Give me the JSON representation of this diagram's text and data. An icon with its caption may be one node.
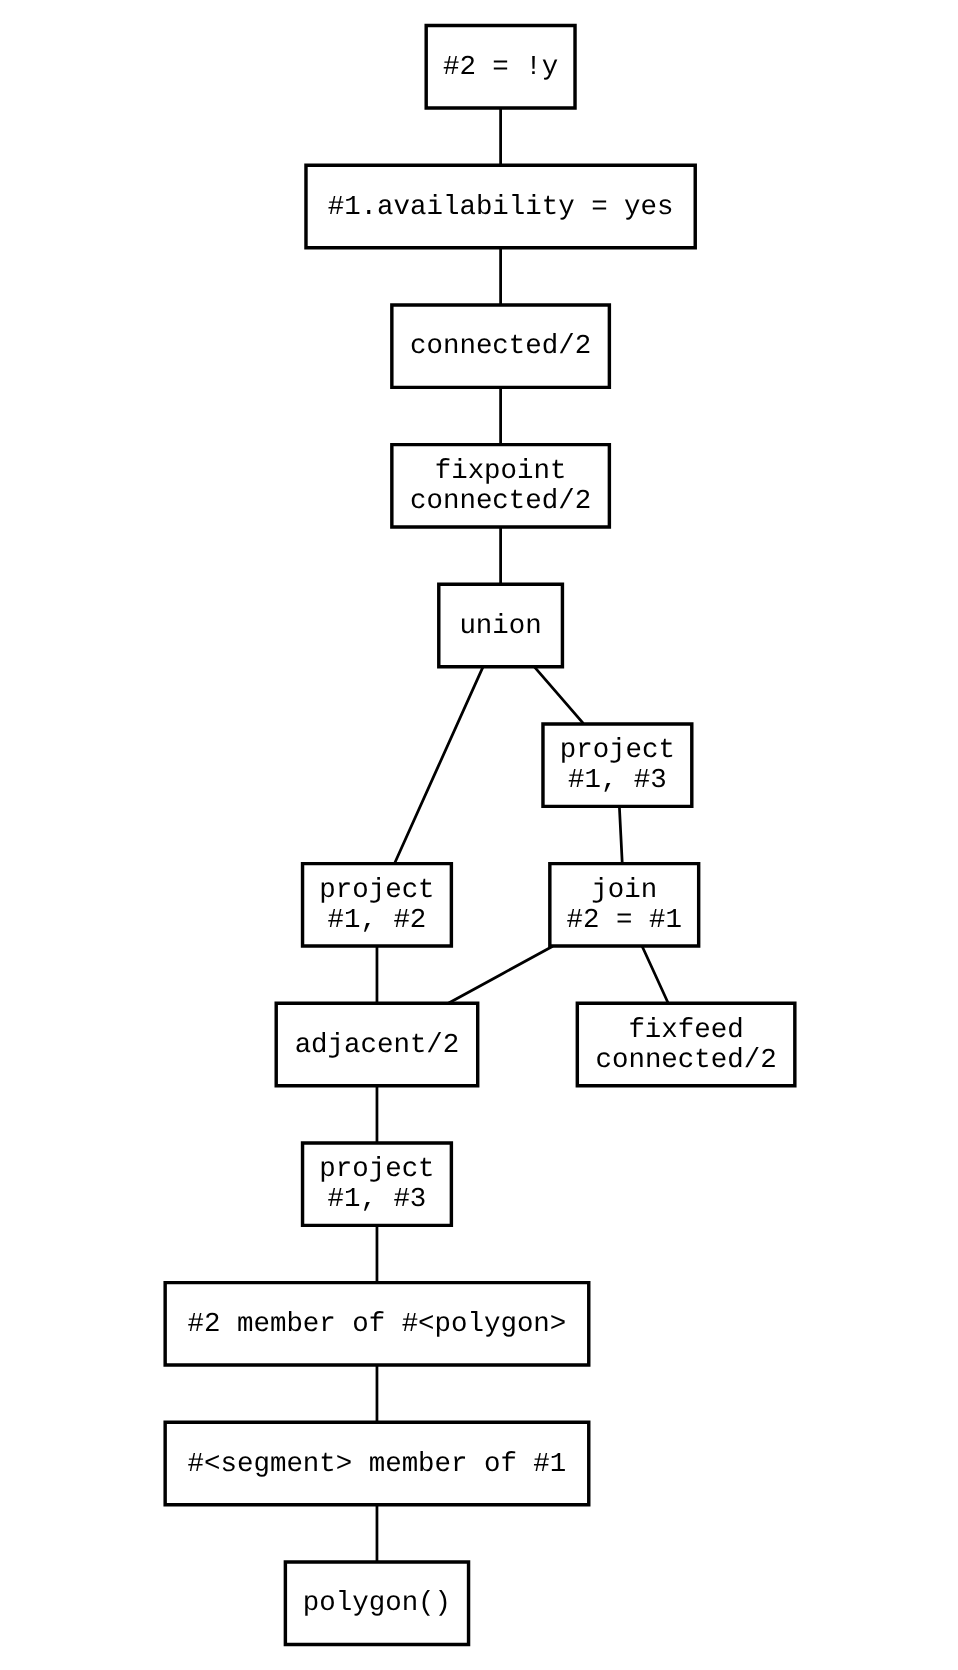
{
  "diagram": {
    "nodes": [
      {
        "text": [
          "#2 = !y"
        ]
      },
      {
        "text": [
          "#1.availability = yes"
        ]
      },
      {
        "text": [
          "connected/2"
        ]
      },
      {
        "text": [
          "fixpoint",
          "connected/2"
        ]
      },
      {
        "text": [
          "union"
        ]
      },
      {
        "text": [
          "project",
          "#1, #2"
        ]
      },
      {
        "text": [
          "project",
          "#1, #3"
        ]
      },
      {
        "text": [
          "join",
          "#2 = #1"
        ]
      },
      {
        "text": [
          "adjacent/2"
        ]
      },
      {
        "text": [
          "fixfeed",
          "connected/2"
        ]
      },
      {
        "text": [
          "project",
          "#1, #3"
        ]
      },
      {
        "text": [
          "#2 member of #<polygon>"
        ]
      },
      {
        "text": [
          "#<segment> member of #1"
        ]
      },
      {
        "text": [
          "polygon()"
        ]
      }
    ],
    "edges": [
      {
        "from": 0,
        "to": 1,
        "arrow": "none"
      },
      {
        "from": 1,
        "to": 2,
        "arrow": "none"
      },
      {
        "from": 2,
        "to": 3,
        "arrow": "none"
      },
      {
        "from": 3,
        "to": 4,
        "arrow": "none"
      },
      {
        "from": 4,
        "to": 5,
        "arrow": "none"
      },
      {
        "from": 4,
        "to": 6,
        "arrow": "none"
      },
      {
        "from": 6,
        "to": 7,
        "arrow": "none"
      },
      {
        "from": 5,
        "to": 8,
        "arrow": "none"
      },
      {
        "from": 7,
        "to": 8,
        "arrow": "none"
      },
      {
        "from": 7,
        "to": 9,
        "arrow": "none"
      },
      {
        "from": 8,
        "to": 10,
        "arrow": "none"
      },
      {
        "from": 10,
        "to": 11,
        "arrow": "none"
      },
      {
        "from": 11,
        "to": 12,
        "arrow": "none"
      },
      {
        "from": 12,
        "to": 13,
        "arrow": "none"
      }
    ]
  }
}
